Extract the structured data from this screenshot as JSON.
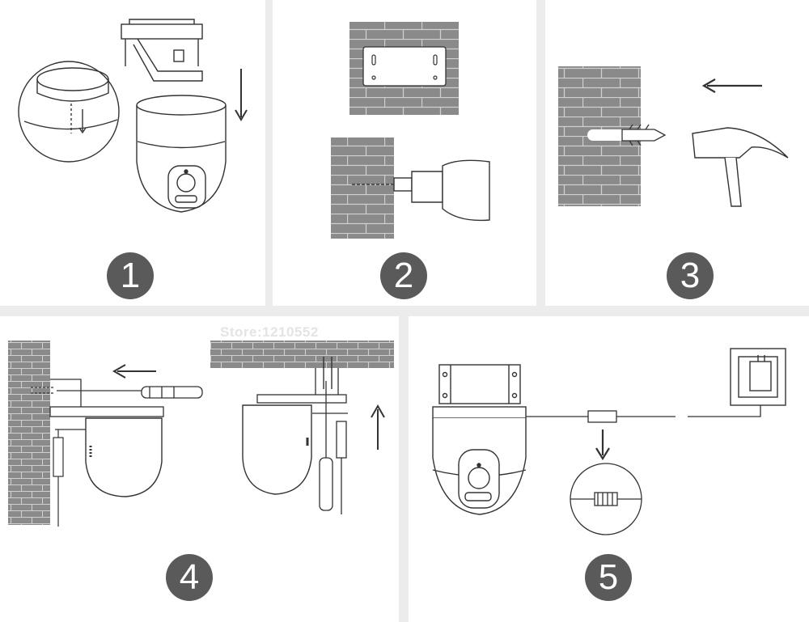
{
  "steps": [
    {
      "number": "1"
    },
    {
      "number": "2"
    },
    {
      "number": "3"
    },
    {
      "number": "4"
    },
    {
      "number": "5"
    }
  ],
  "watermark": "Store:1210552",
  "colors": {
    "background": "#ececec",
    "panel": "#ffffff",
    "badge": "#5a5a5a",
    "brick": "#8a8a8a",
    "line": "#333333"
  }
}
